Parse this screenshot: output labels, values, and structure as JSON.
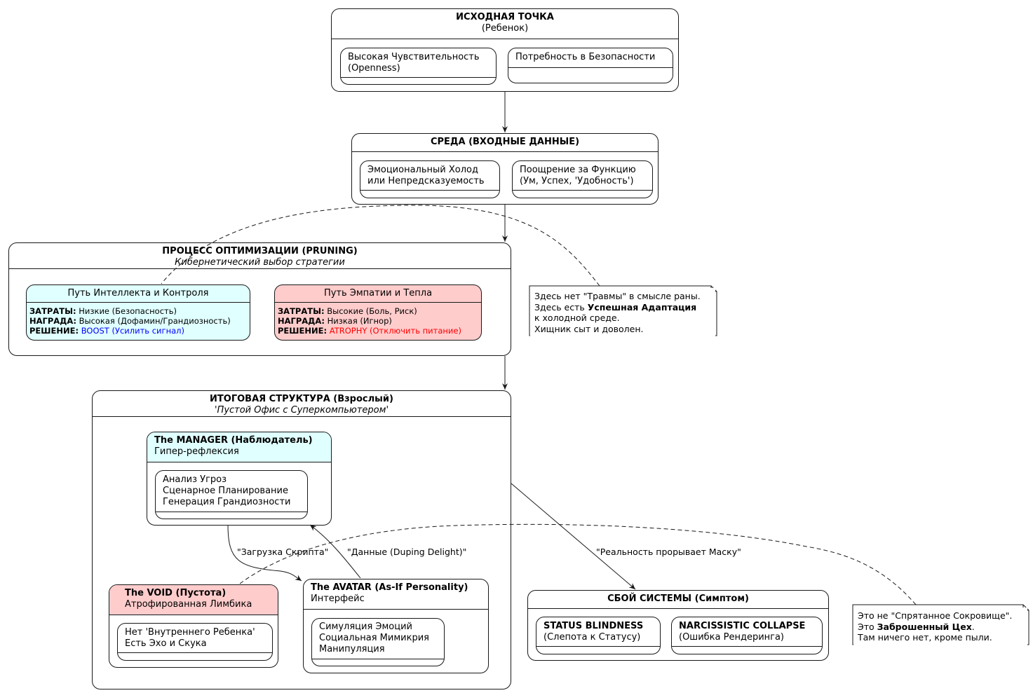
{
  "colors": {
    "cyan": "#E0FFFF",
    "pink": "#FFCCCC",
    "blue": "#0000FF",
    "red": "#FF0000"
  },
  "start": {
    "title": "ИСХОДНАЯ ТОЧКА",
    "subtitle": "(Ребенок)",
    "sub1": {
      "line1": "Высокая Чувствительность",
      "line2": "(Openness)"
    },
    "sub2": {
      "line1": "Потребность в Безопасности"
    }
  },
  "env": {
    "title": "СРЕДА (ВХОДНЫЕ ДАННЫЕ)",
    "sub1": {
      "line1": "Эмоциональный Холод",
      "line2": "или Непредсказуемость"
    },
    "sub2": {
      "line1": "Поощрение за Функцию",
      "line2": "(Ум, Успех, 'Удобность')"
    }
  },
  "process": {
    "title": "ПРОЦЕСС ОПТИМИЗАЦИИ (PRUNING)",
    "subtitle": "Кибернетический выбор стратегии",
    "intellect": {
      "title": "Путь Интеллекта и Контроля",
      "cost_k": "ЗАТРАТЫ:",
      "cost": "Низкие (Безопасность)",
      "reward_k": "НАГРАДА:",
      "reward": "Высокая (Дофамин/Грандиозность)",
      "decision_k": "РЕШЕНИЕ:",
      "decision": "BOOST (Усилить сигнал)"
    },
    "empathy": {
      "title": "Путь Эмпатии и Тепла",
      "cost_k": "ЗАТРАТЫ:",
      "cost": "Высокие (Боль, Риск)",
      "reward_k": "НАГРАДА:",
      "reward": "Низкая (Игнор)",
      "decision_k": "РЕШЕНИЕ:",
      "decision": "ATROPHY (Отключить питание)"
    }
  },
  "note1": {
    "line1": "Здесь нет \"Травмы\" в смысле раны.",
    "line2_pre": "Здесь есть ",
    "line2_bold": "Успешная Адаптация",
    "line3": "к холодной среде.",
    "line4": "Хищник сыт и доволен."
  },
  "result": {
    "title": "ИТОГОВАЯ СТРУКТУРА (Взрослый)",
    "subtitle": "'Пустой Офис с Суперкомпьютером'",
    "manager": {
      "title": "The MANAGER (Наблюдатель)",
      "subtitle": "Гипер-рефлексия",
      "items": [
        "Анализ Угроз",
        "Сценарное Планирование",
        "Генерация Грандиозности"
      ]
    },
    "void": {
      "title": "The VOID (Пустота)",
      "subtitle": "Атрофированная Лимбика",
      "items": [
        "Нет 'Внутреннего Ребенка'",
        "Есть Эхо и Скука"
      ]
    },
    "avatar": {
      "title": "The AVATAR (As-If Personality)",
      "subtitle": "Интерфейс",
      "items": [
        "Симуляция Эмоций",
        "Социальная Мимикрия",
        "Манипуляция"
      ]
    }
  },
  "edges": {
    "script": "\"Загрузка Скрипта\"",
    "data": "\"Данные (Duping Delight)\"",
    "reality": "\"Реальность прорывает Маску\""
  },
  "failure": {
    "title": "СБОЙ СИСТЕМЫ (Симптом)",
    "sub1": {
      "line1": "STATUS BLINDNESS",
      "line2": "(Слепота к Статусу)"
    },
    "sub2": {
      "line1": "NARCISSISTIC COLLAPSE",
      "line2": "(Ошибка Рендеринга)"
    }
  },
  "note2": {
    "line1": "Это не \"Спрятанное Сокровище\".",
    "line2_pre": "Это ",
    "line2_bold": "Заброшенный Цех",
    "line2_post": ".",
    "line3": "Там ничего нет, кроме пыли."
  }
}
